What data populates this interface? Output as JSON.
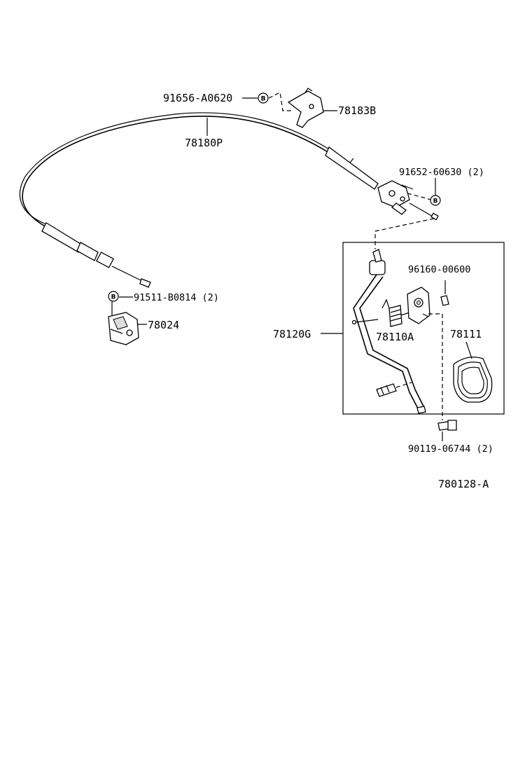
{
  "parts": {
    "bolt_top": "91656-A0620",
    "bracket_top": "78183B",
    "cable": "78180P",
    "bolt_right": "91652-60630 (2)",
    "bolt_left": "91511-B0814 (2)",
    "clamp": "78024",
    "clip": "96160-00600",
    "pedal_assy": "78120G",
    "spring": "78110A",
    "pad": "78111",
    "bolt_bottom": "90119-06744 (2)"
  },
  "badge_letter": "B",
  "figure_number": "780128-A"
}
